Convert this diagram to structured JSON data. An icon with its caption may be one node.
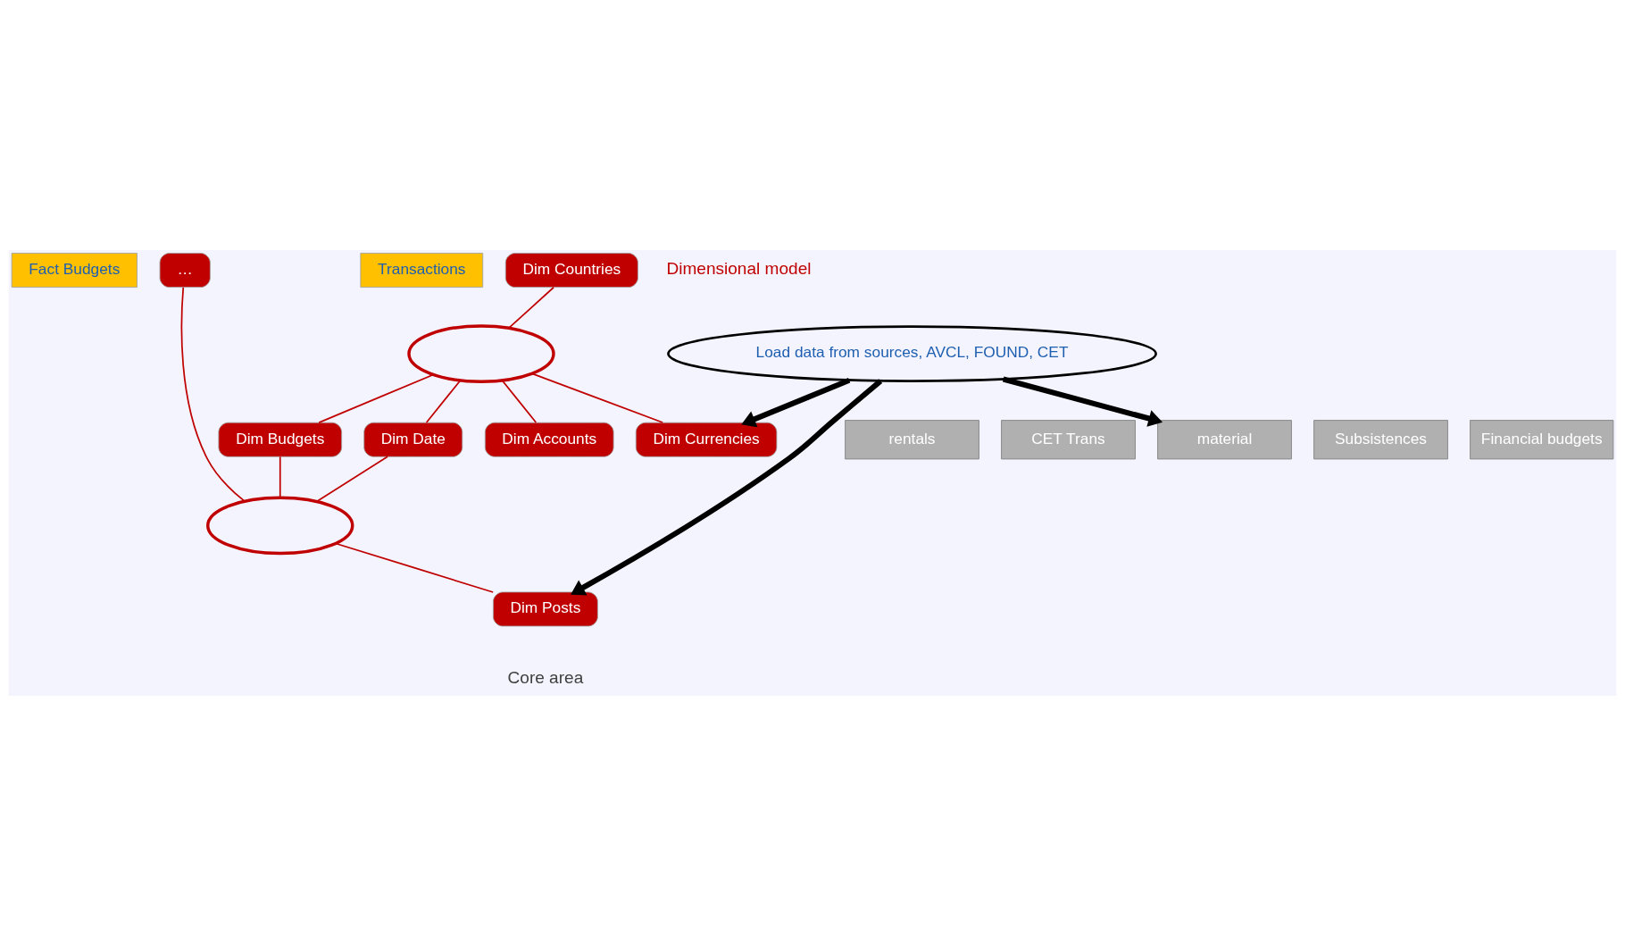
{
  "diagram": {
    "nodes": [
      {
        "text": [
          "Transactions"
        ]
      },
      {
        "text": [
          "Fact Budgets"
        ]
      },
      {
        "text": [
          "Dim Countries"
        ]
      },
      {
        "text": [
          "…"
        ]
      },
      {
        "text": [],
        "shape": "ellipse"
      },
      {
        "text": [
          "Dim Budgets"
        ]
      },
      {
        "text": [],
        "shape": "ellipse"
      },
      {
        "text": [
          "Dim Date"
        ]
      },
      {
        "text": [
          "Dim Accounts"
        ]
      },
      {
        "text": [
          "Dim Currencies"
        ]
      },
      {
        "text": [
          "Dim Posts"
        ]
      },
      {
        "text": [
          "rentals"
        ]
      },
      {
        "text": [
          "Subsistences"
        ]
      },
      {
        "text": [
          "material"
        ]
      },
      {
        "text": [
          "Financial budgets"
        ]
      },
      {
        "text": [
          "CET Trans"
        ]
      },
      {
        "text": [
          "Load data from sources, AVCL, FOUND, CET"
        ]
      }
    ],
    "edges": [
      {
        "from": 2,
        "to": 4,
        "arrow": "none"
      },
      {
        "from": 4,
        "to": 5,
        "arrow": "none"
      },
      {
        "from": 5,
        "to": 6,
        "arrow": "none"
      },
      {
        "from": 4,
        "to": 7,
        "arrow": "none"
      },
      {
        "from": 7,
        "to": 6,
        "arrow": "none"
      },
      {
        "from": 3,
        "to": 6,
        "arrow": "none"
      },
      {
        "from": 4,
        "to": 8,
        "arrow": "none"
      },
      {
        "from": 4,
        "to": 9,
        "arrow": "none"
      },
      {
        "from": 6,
        "to": 10,
        "arrow": "none"
      },
      {
        "from": 16,
        "to": 9,
        "arrow": "to",
        "style": "thick",
        "color": "#000000"
      },
      {
        "from": 16,
        "to": 13,
        "arrow": "to",
        "style": "thick",
        "color": "#000000"
      },
      {
        "from": 16,
        "to": 10,
        "arrow": "to",
        "style": "thick",
        "color": "#000000"
      }
    ],
    "labels": [
      "Dimensional model",
      "Core area"
    ]
  }
}
